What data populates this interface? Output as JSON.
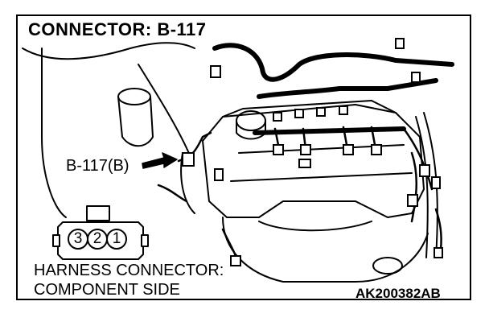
{
  "figure": {
    "title": "CONNECTOR: B-117",
    "callout_label": "B-117(B)",
    "caption_line1": "HARNESS CONNECTOR:",
    "caption_line2": "COMPONENT SIDE",
    "drawing_code": "AK200382AB",
    "connector_pins": [
      "3",
      "2",
      "1"
    ]
  },
  "colors": {
    "ink": "#000000",
    "background": "#ffffff"
  }
}
